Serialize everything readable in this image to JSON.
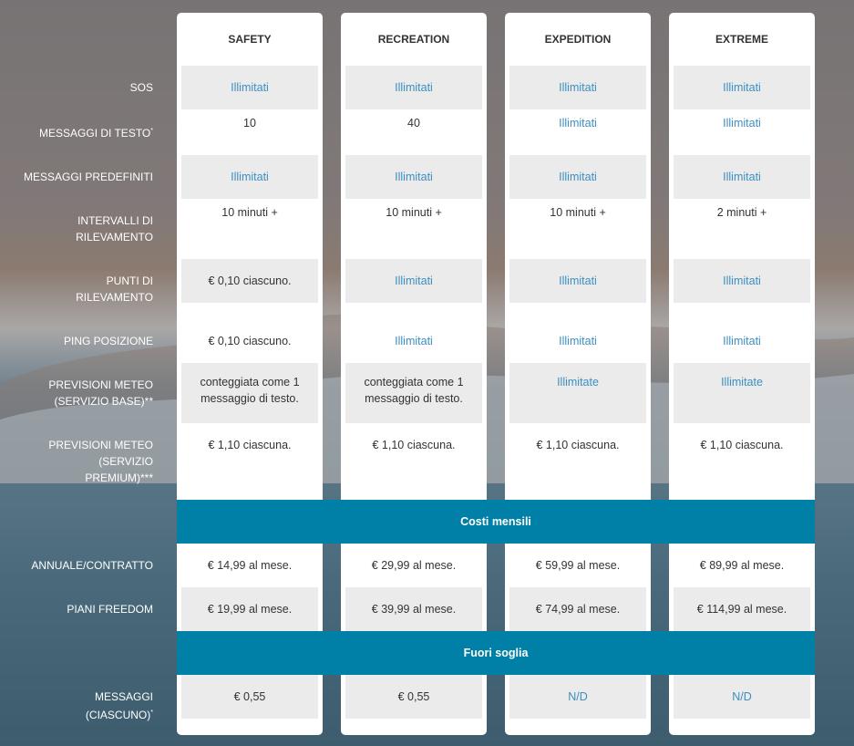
{
  "plans": [
    "SAFETY",
    "RECREATION",
    "EXPEDITION",
    "EXTREME"
  ],
  "rows": [
    {
      "label": "SOS",
      "values": [
        "Illimitati",
        "Illimitati",
        "Illimitati",
        "Illimitati"
      ]
    },
    {
      "label": "MESSAGGI DI TESTO",
      "sup": "*",
      "values": [
        "10",
        "40",
        "Illimitati",
        "Illimitati"
      ]
    },
    {
      "label": "MESSAGGI PREDEFINITI",
      "values": [
        "Illimitati",
        "Illimitati",
        "Illimitati",
        "Illimitati"
      ]
    },
    {
      "label": "INTERVALLI DI RILEVAMENTO",
      "values": [
        "10 minuti +",
        "10 minuti +",
        "10 minuti +",
        "2 minuti +"
      ]
    },
    {
      "label": "PUNTI DI RILEVAMENTO",
      "values": [
        "€ 0,10 ciascuno.",
        "Illimitati",
        "Illimitati",
        "Illimitati"
      ]
    },
    {
      "label": "PING POSIZIONE",
      "values": [
        "€ 0,10 ciascuno.",
        "Illimitati",
        "Illimitati",
        "Illimitati"
      ]
    },
    {
      "label": "PREVISIONI METEO (SERVIZIO BASE)**",
      "values": [
        "conteggiata come 1 messaggio di testo.",
        "conteggiata come 1 messaggio di testo.",
        "Illimitate",
        "Illimitate"
      ]
    },
    {
      "label": "PREVISIONI METEO (SERVIZIO PREMIUM)***",
      "values": [
        "€ 1,10 ciascuna.",
        "€ 1,10 ciascuna.",
        "€ 1,10 ciascuna.",
        "€ 1,10 ciascuna."
      ]
    },
    {
      "label": "ANNUALE/CONTRATTO",
      "values": [
        "€ 14,99 al mese.",
        "€ 29,99 al mese.",
        "€ 59,99 al mese.",
        "€ 89,99 al mese."
      ]
    },
    {
      "label": "PIANI FREEDOM",
      "values": [
        "€ 19,99 al mese.",
        "€ 39,99 al mese.",
        "€ 74,99 al mese.",
        "€ 114,99 al mese."
      ]
    },
    {
      "label": "MESSAGGI (CIASCUNO)",
      "sup": "*",
      "values": [
        "€ 0,55",
        "€ 0,55",
        "N/D",
        "N/D"
      ]
    }
  ],
  "banners": [
    "Costi mensili",
    "Fuori soglia"
  ],
  "colors": {
    "banner": "#0080a6",
    "link": "#3d8fc0",
    "cell_gray": "#ebebeb"
  }
}
